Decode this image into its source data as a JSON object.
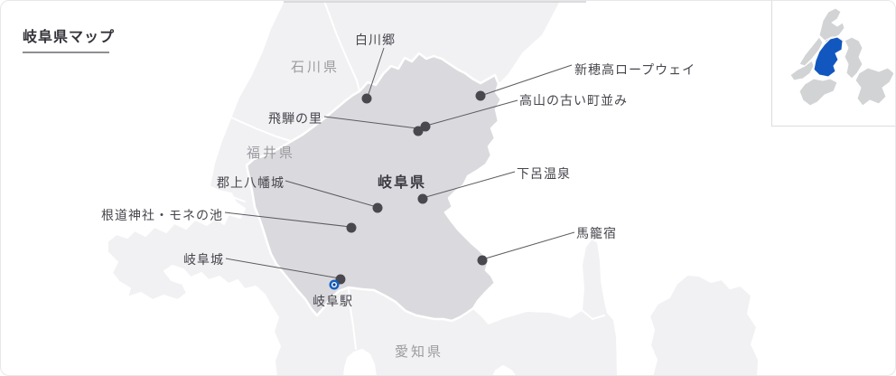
{
  "title": "岐阜県マップ",
  "map": {
    "prefecture_labels": [
      {
        "label": "石川県"
      },
      {
        "label": "福井県"
      },
      {
        "label": "愛知県"
      }
    ],
    "highlight_prefecture": {
      "label": "岐阜県"
    },
    "pois": [
      {
        "label": "白川郷"
      },
      {
        "label": "新穂高ロープウェイ"
      },
      {
        "label": "高山の古い町並み"
      },
      {
        "label": "飛騨の里"
      },
      {
        "label": "下呂温泉"
      },
      {
        "label": "郡上八幡城"
      },
      {
        "label": "根道神社・モネの池"
      },
      {
        "label": "馬籠宿"
      },
      {
        "label": "岐阜城"
      },
      {
        "label": "岐阜駅"
      }
    ]
  },
  "inset": {
    "name": "chubu-region-locator",
    "highlight": "gifu"
  },
  "colors": {
    "land": "#f1f1f3",
    "gifu_fill": "#dadade",
    "marker": "#48484e",
    "leader_line": "#5b5b60",
    "station_blue": "#1560c2",
    "inset_highlight": "#1257bf",
    "inset_land": "#d2d3d5",
    "pref_label": "#9b9ba0",
    "poi_label": "#45454c"
  }
}
